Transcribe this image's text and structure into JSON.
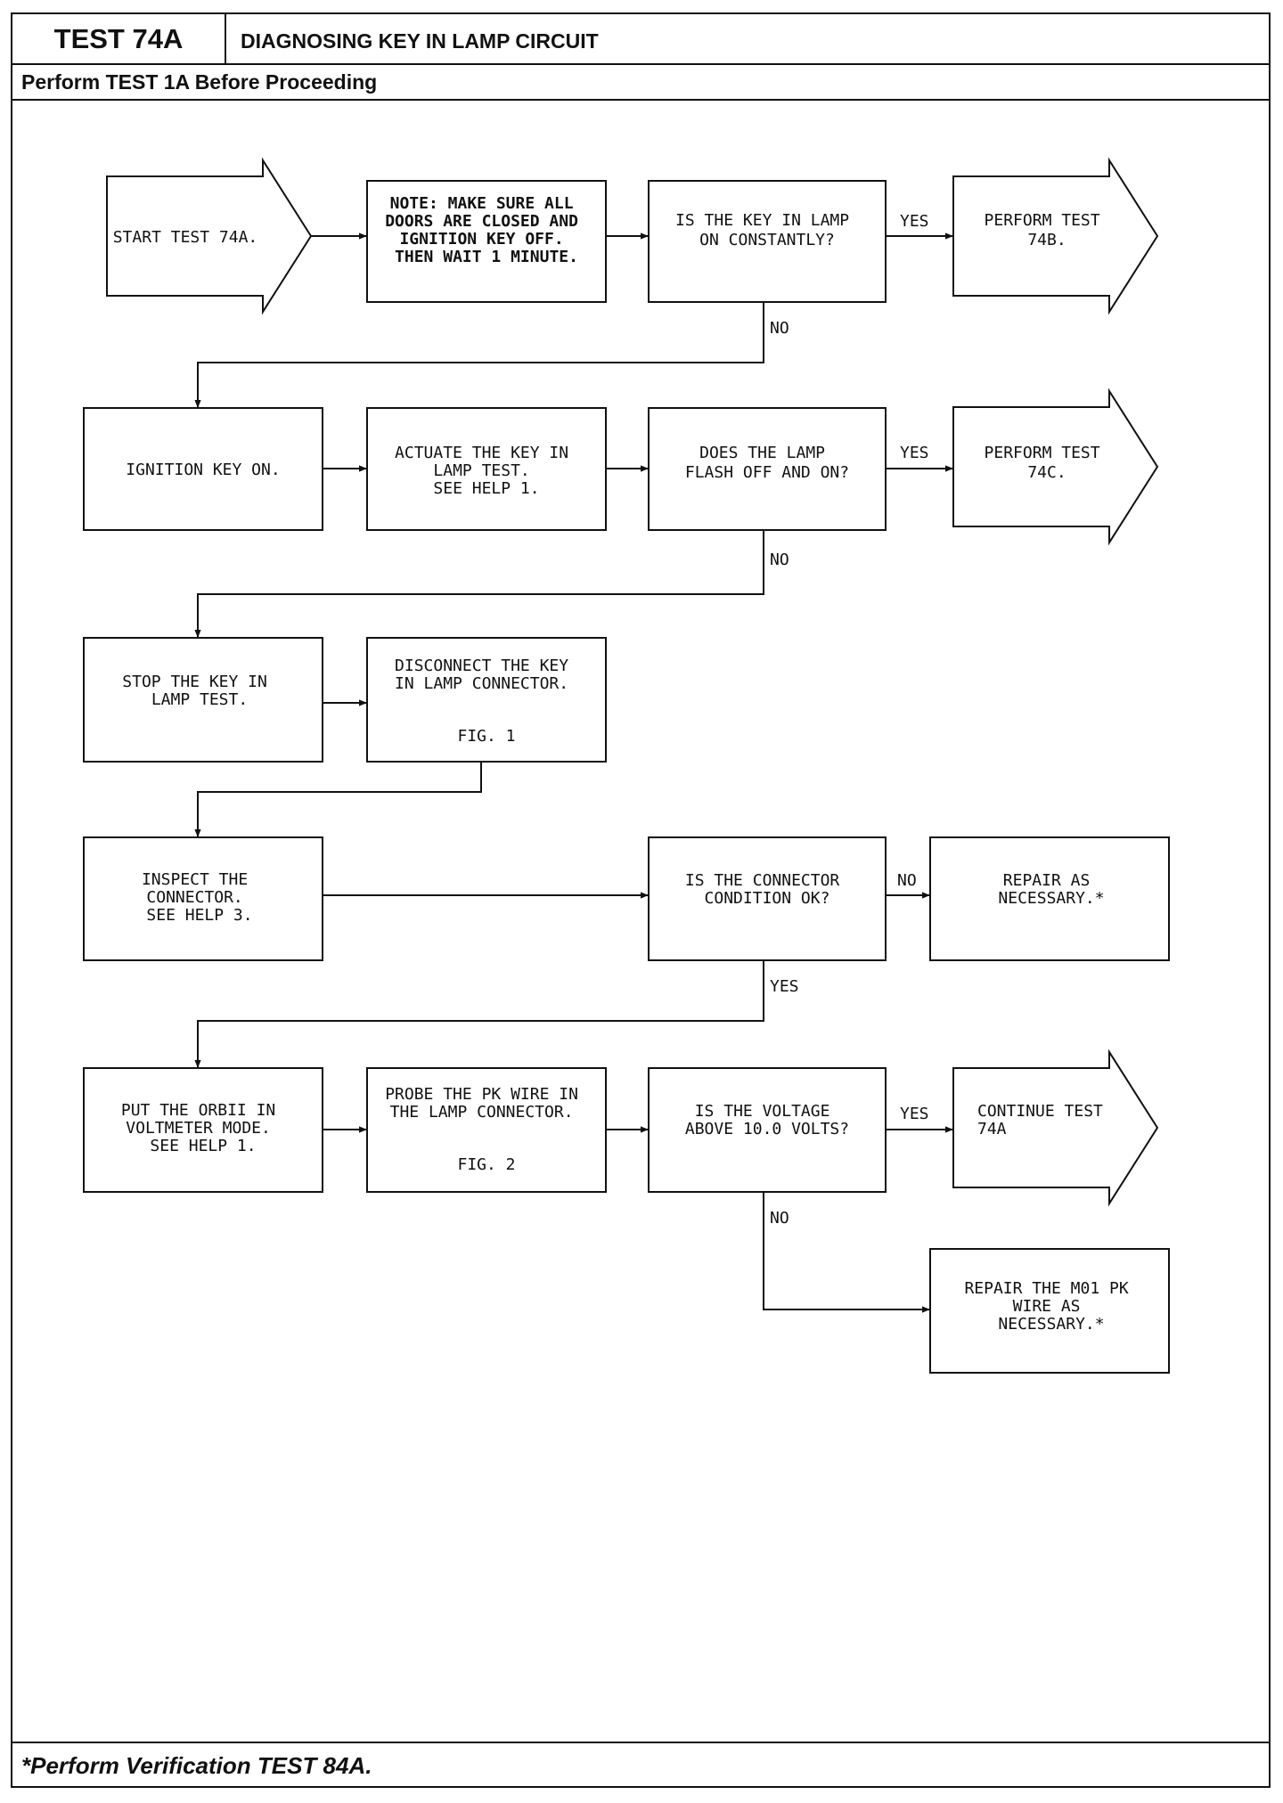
{
  "header": {
    "test_id": "TEST 74A",
    "title": "DIAGNOSING KEY IN LAMP CIRCUIT",
    "prerequisite": "Perform TEST 1A Before Proceeding"
  },
  "footer": {
    "note": "*Perform Verification TEST 84A."
  },
  "flowchart": {
    "start": [
      "START TEST 74A."
    ],
    "note": [
      "NOTE: MAKE SURE ALL",
      "DOORS ARE CLOSED AND",
      "IGNITION KEY OFF.",
      "THEN WAIT 1 MINUTE."
    ],
    "q1": [
      "IS THE KEY IN LAMP",
      "ON CONSTANTLY?"
    ],
    "r1": [
      "PERFORM TEST",
      "74B."
    ],
    "ign": [
      "IGNITION KEY ON."
    ],
    "act": [
      "ACTUATE THE KEY IN",
      "LAMP TEST.",
      "SEE HELP 1."
    ],
    "q2": [
      "DOES THE LAMP",
      "FLASH OFF AND ON?"
    ],
    "r2": [
      "PERFORM TEST",
      "74C."
    ],
    "stop": [
      "STOP THE KEY IN",
      "LAMP TEST."
    ],
    "disc": [
      "DISCONNECT THE KEY",
      "IN LAMP CONNECTOR.",
      "",
      "FIG. 1"
    ],
    "insp": [
      "INSPECT THE",
      "CONNECTOR.",
      "SEE HELP 3."
    ],
    "q3": [
      "IS THE CONNECTOR",
      "CONDITION OK?"
    ],
    "rep1": [
      "REPAIR AS",
      "NECESSARY.*"
    ],
    "put": [
      "PUT THE ORBII IN",
      "VOLTMETER MODE.",
      "SEE HELP 1."
    ],
    "probe": [
      "PROBE THE PK WIRE IN",
      "THE LAMP CONNECTOR.",
      "",
      "FIG. 2"
    ],
    "q4": [
      "IS THE VOLTAGE",
      "ABOVE 10.0 VOLTS?"
    ],
    "r4": [
      "CONTINUE TEST",
      "74A"
    ],
    "rep2": [
      "REPAIR THE M01 PK",
      "WIRE AS",
      "NECESSARY.*"
    ],
    "labels": {
      "yes1": "YES",
      "no1": "NO",
      "yes2": "YES",
      "no2": "NO",
      "no3": "NO",
      "yes3": "YES",
      "yes4": "YES",
      "no4": "NO"
    }
  }
}
